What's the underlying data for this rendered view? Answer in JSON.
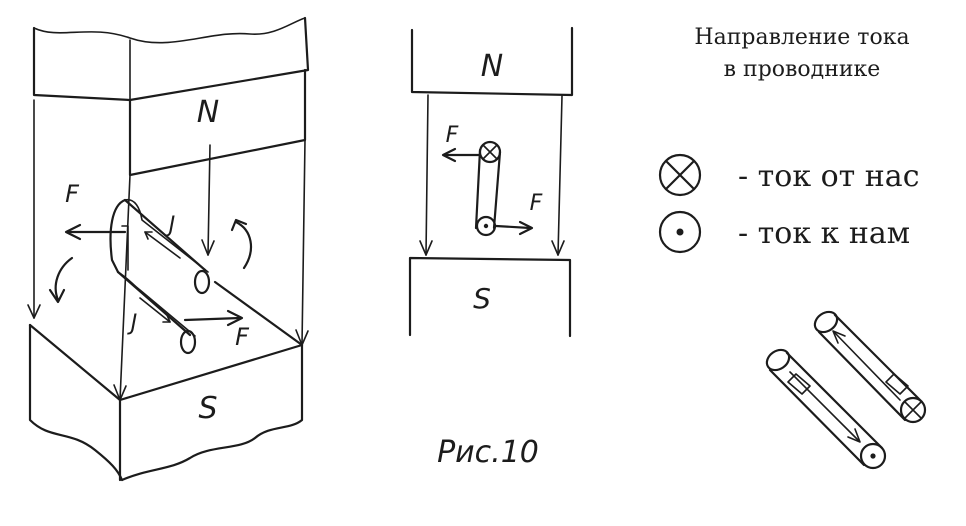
{
  "left_figure": {
    "pole_north": "N",
    "pole_south": "S",
    "force_top": "F",
    "force_bottom": "F",
    "current_top": "J",
    "current_bottom": "J"
  },
  "middle_figure": {
    "pole_north": "N",
    "pole_south": "S",
    "force_left": "F",
    "force_right": "F"
  },
  "caption": "Рис.10",
  "legend": {
    "title_line1": "Направление тока",
    "title_line2": "в проводнике",
    "item_away": "- ток от нас",
    "item_toward": "- ток к нам"
  }
}
